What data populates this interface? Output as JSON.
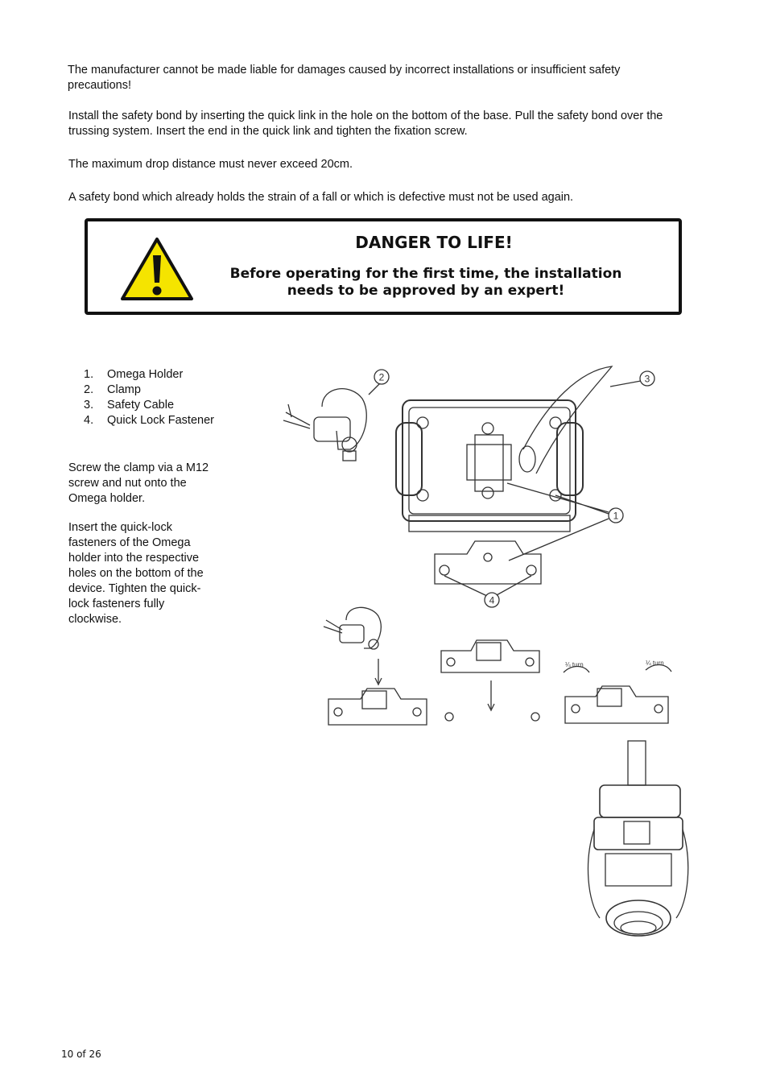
{
  "paragraphs": {
    "p1": "The manufacturer cannot be made liable for damages caused by incorrect installations or insufficient safety precautions!",
    "p2": "Install the safety bond by inserting the quick link in the hole on the bottom of the base. Pull the safety bond over the trussing system. Insert the end in the quick link and tighten the fixation screw.",
    "p3": "The maximum drop distance must never exceed 20cm.",
    "p4": "A safety bond which already holds the strain of a fall or which is defective must not be used again."
  },
  "danger": {
    "title": "DANGER TO LIFE!",
    "text": "Before operating for the first time, the installation needs to be approved by an expert!",
    "icon": "warning-triangle-icon",
    "icon_color": "#f5e400"
  },
  "parts": [
    {
      "num": "1.",
      "label": "Omega Holder"
    },
    {
      "num": "2.",
      "label": "Clamp"
    },
    {
      "num": "3.",
      "label": "Safety Cable"
    },
    {
      "num": "4.",
      "label": "Quick Lock Fastener"
    }
  ],
  "instructions": {
    "s1": "Screw the clamp via a M12 screw and nut onto the Omega holder.",
    "s2": "Insert the quick-lock fasteners of the Omega holder into the respective holes on the bottom of the device. Tighten the quick-lock fasteners fully clockwise."
  },
  "figure": {
    "callouts": [
      "1",
      "2",
      "3",
      "4"
    ],
    "turn_labels": [
      "¼ turn",
      "¼ turn"
    ]
  },
  "footer": {
    "page": "10 of 26"
  }
}
